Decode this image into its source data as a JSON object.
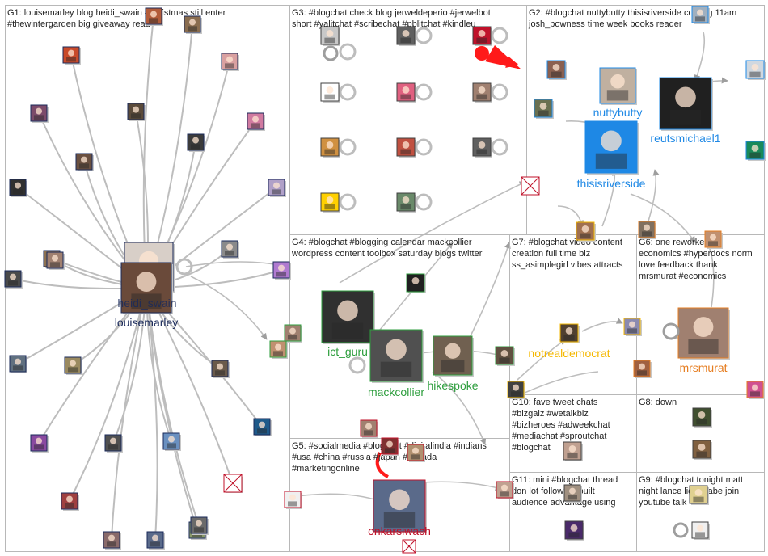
{
  "groups": [
    {
      "id": "G1",
      "lines": [
        "G1: louisemarley blog heidi_swain #christmas still enter",
        "#thewintergarden big giveaway read"
      ]
    },
    {
      "id": "G3",
      "lines": [
        "G3: #blogchat check blog jerweldeperio #jerwelbot",
        "short #yalitchat #scribechat #pblitchat #kindleu"
      ]
    },
    {
      "id": "G2",
      "lines": [
        "G2: #blogchat nuttybutty thisisriverside coming 11am",
        "josh_bowness time week books reader"
      ]
    },
    {
      "id": "G4",
      "lines": [
        "G4: #blogchat #blogging calendar mackcollier",
        "wordpress content toolbox saturday blogs twitter"
      ]
    },
    {
      "id": "G7",
      "lines": [
        "G7: #blogchat video content",
        "creation full time biz",
        "ss_asimplegirl vibes attracts"
      ]
    },
    {
      "id": "G6",
      "lines": [
        "G6: one reworked",
        "economics #hyperdocs norm",
        "love feedback thank",
        "mrsmurat #economics"
      ]
    },
    {
      "id": "G10",
      "lines": [
        "G10: fave tweet chats",
        "#bizgalz #wetalkbiz",
        "#bizheroes #adweekchat",
        "#mediachat #sproutchat",
        "#blogchat"
      ]
    },
    {
      "id": "G8",
      "lines": [
        "G8: down"
      ]
    },
    {
      "id": "G5",
      "lines": [
        "G5: #socialmedia #blogchat #digitalindia #indians",
        "#usa #china #russia #japan #canada",
        "#marketingonline"
      ]
    },
    {
      "id": "G11",
      "lines": [
        "G11: mini #blogchat thread",
        "don lot followers built",
        "audience advantage using"
      ]
    },
    {
      "id": "G9",
      "lines": [
        "G9: #blogchat tonight matt",
        "night lance light gabe join",
        "youtube talk"
      ]
    }
  ],
  "node_labels": [
    {
      "id": "louisemarley",
      "text": "louisemarley",
      "color": "#1a2a5a"
    },
    {
      "id": "heidi_swain",
      "text": "heidi_swain",
      "color": "#1a2a5a"
    },
    {
      "id": "nuttybutty",
      "text": "nuttybutty",
      "color": "#1e88e5"
    },
    {
      "id": "reutsmichael1",
      "text": "reutsmichael1",
      "color": "#1e88e5"
    },
    {
      "id": "thisisriverside",
      "text": "thisisriverside",
      "color": "#1e88e5"
    },
    {
      "id": "ict_guru",
      "text": "ict_guru",
      "color": "#2e9e3e"
    },
    {
      "id": "mackcollier",
      "text": "mackcollier",
      "color": "#2e9e3e"
    },
    {
      "id": "hikespoke",
      "text": "hikespoke",
      "color": "#2e9e3e"
    },
    {
      "id": "notrealdemocrat",
      "text": "notrealdemocrat",
      "color": "#f5b800"
    },
    {
      "id": "mrsmurat",
      "text": "mrsmurat",
      "color": "#e67e22"
    },
    {
      "id": "onkarsiwach",
      "text": "onkarsiwach",
      "color": "#c0122a"
    }
  ],
  "colors": {
    "group_border": "#b8b8b8",
    "edge": "#bdbdbd",
    "edge_red": "#ff1a1a",
    "g1": "#1a2a5a",
    "g2": "#1e88e5",
    "g4": "#2e9e3e",
    "g7": "#f5b800",
    "g6": "#e67e22",
    "g5": "#c0122a",
    "g3": "#404040"
  },
  "icons": [
    "profile-avatar-icon",
    "self-loop-icon",
    "edge-arrow-icon",
    "broken-image-icon"
  ]
}
